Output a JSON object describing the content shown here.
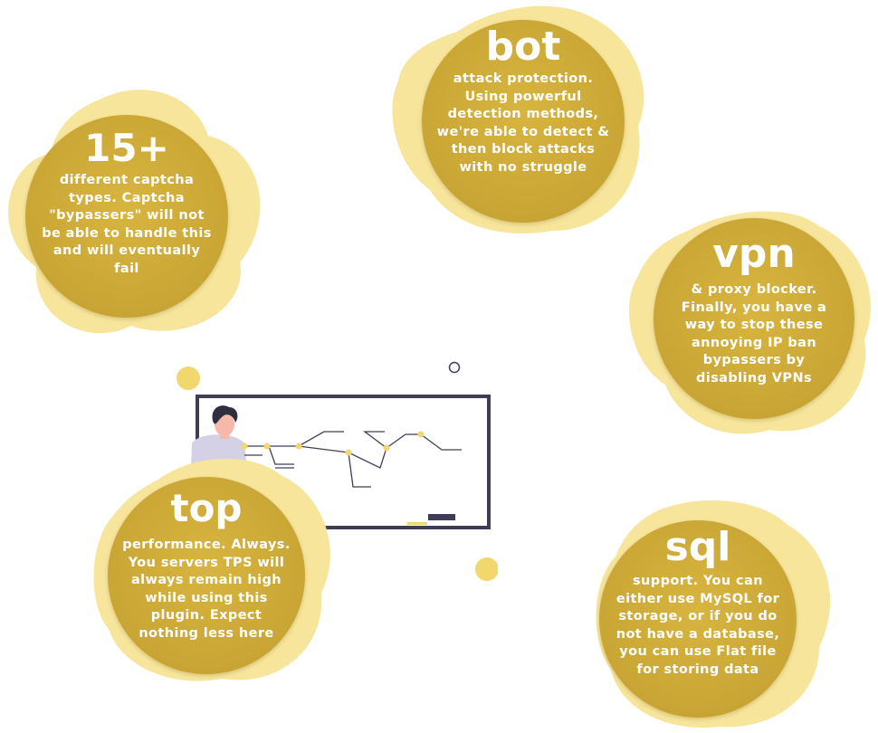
{
  "colors": {
    "gold": "#c9a535",
    "blob": "#f6e59b",
    "board": "#3f3d56",
    "shirt": "#d4d1e6",
    "skin": "#f7b8a8",
    "hair": "#2f2e41"
  },
  "features": [
    {
      "title": "15+",
      "lines": [
        "different captcha",
        "types. Captcha",
        "\"bypassers\" will not",
        "be able to handle this",
        "and will eventually",
        "fail"
      ]
    },
    {
      "title": "bot",
      "lines": [
        "attack protection.",
        "Using powerful",
        "detection methods,",
        "we're able to detect &",
        "then block attacks",
        "with no struggle"
      ]
    },
    {
      "title": "vpn",
      "lines": [
        "& proxy blocker.",
        "Finally, you have a",
        "way to stop these",
        "annoying IP ban",
        "bypassers by",
        "disabling VPNs"
      ]
    },
    {
      "title": "top",
      "lines": [
        "performance. Always.",
        "You servers TPS will",
        "always remain high",
        "while using this",
        "plugin. Expect",
        "nothing less here"
      ]
    },
    {
      "title": "sql",
      "lines": [
        "support. You can",
        "either use MySQL for",
        "storage, or if you do",
        "not have a database,",
        "you can use Flat file",
        "for storing data"
      ]
    }
  ]
}
